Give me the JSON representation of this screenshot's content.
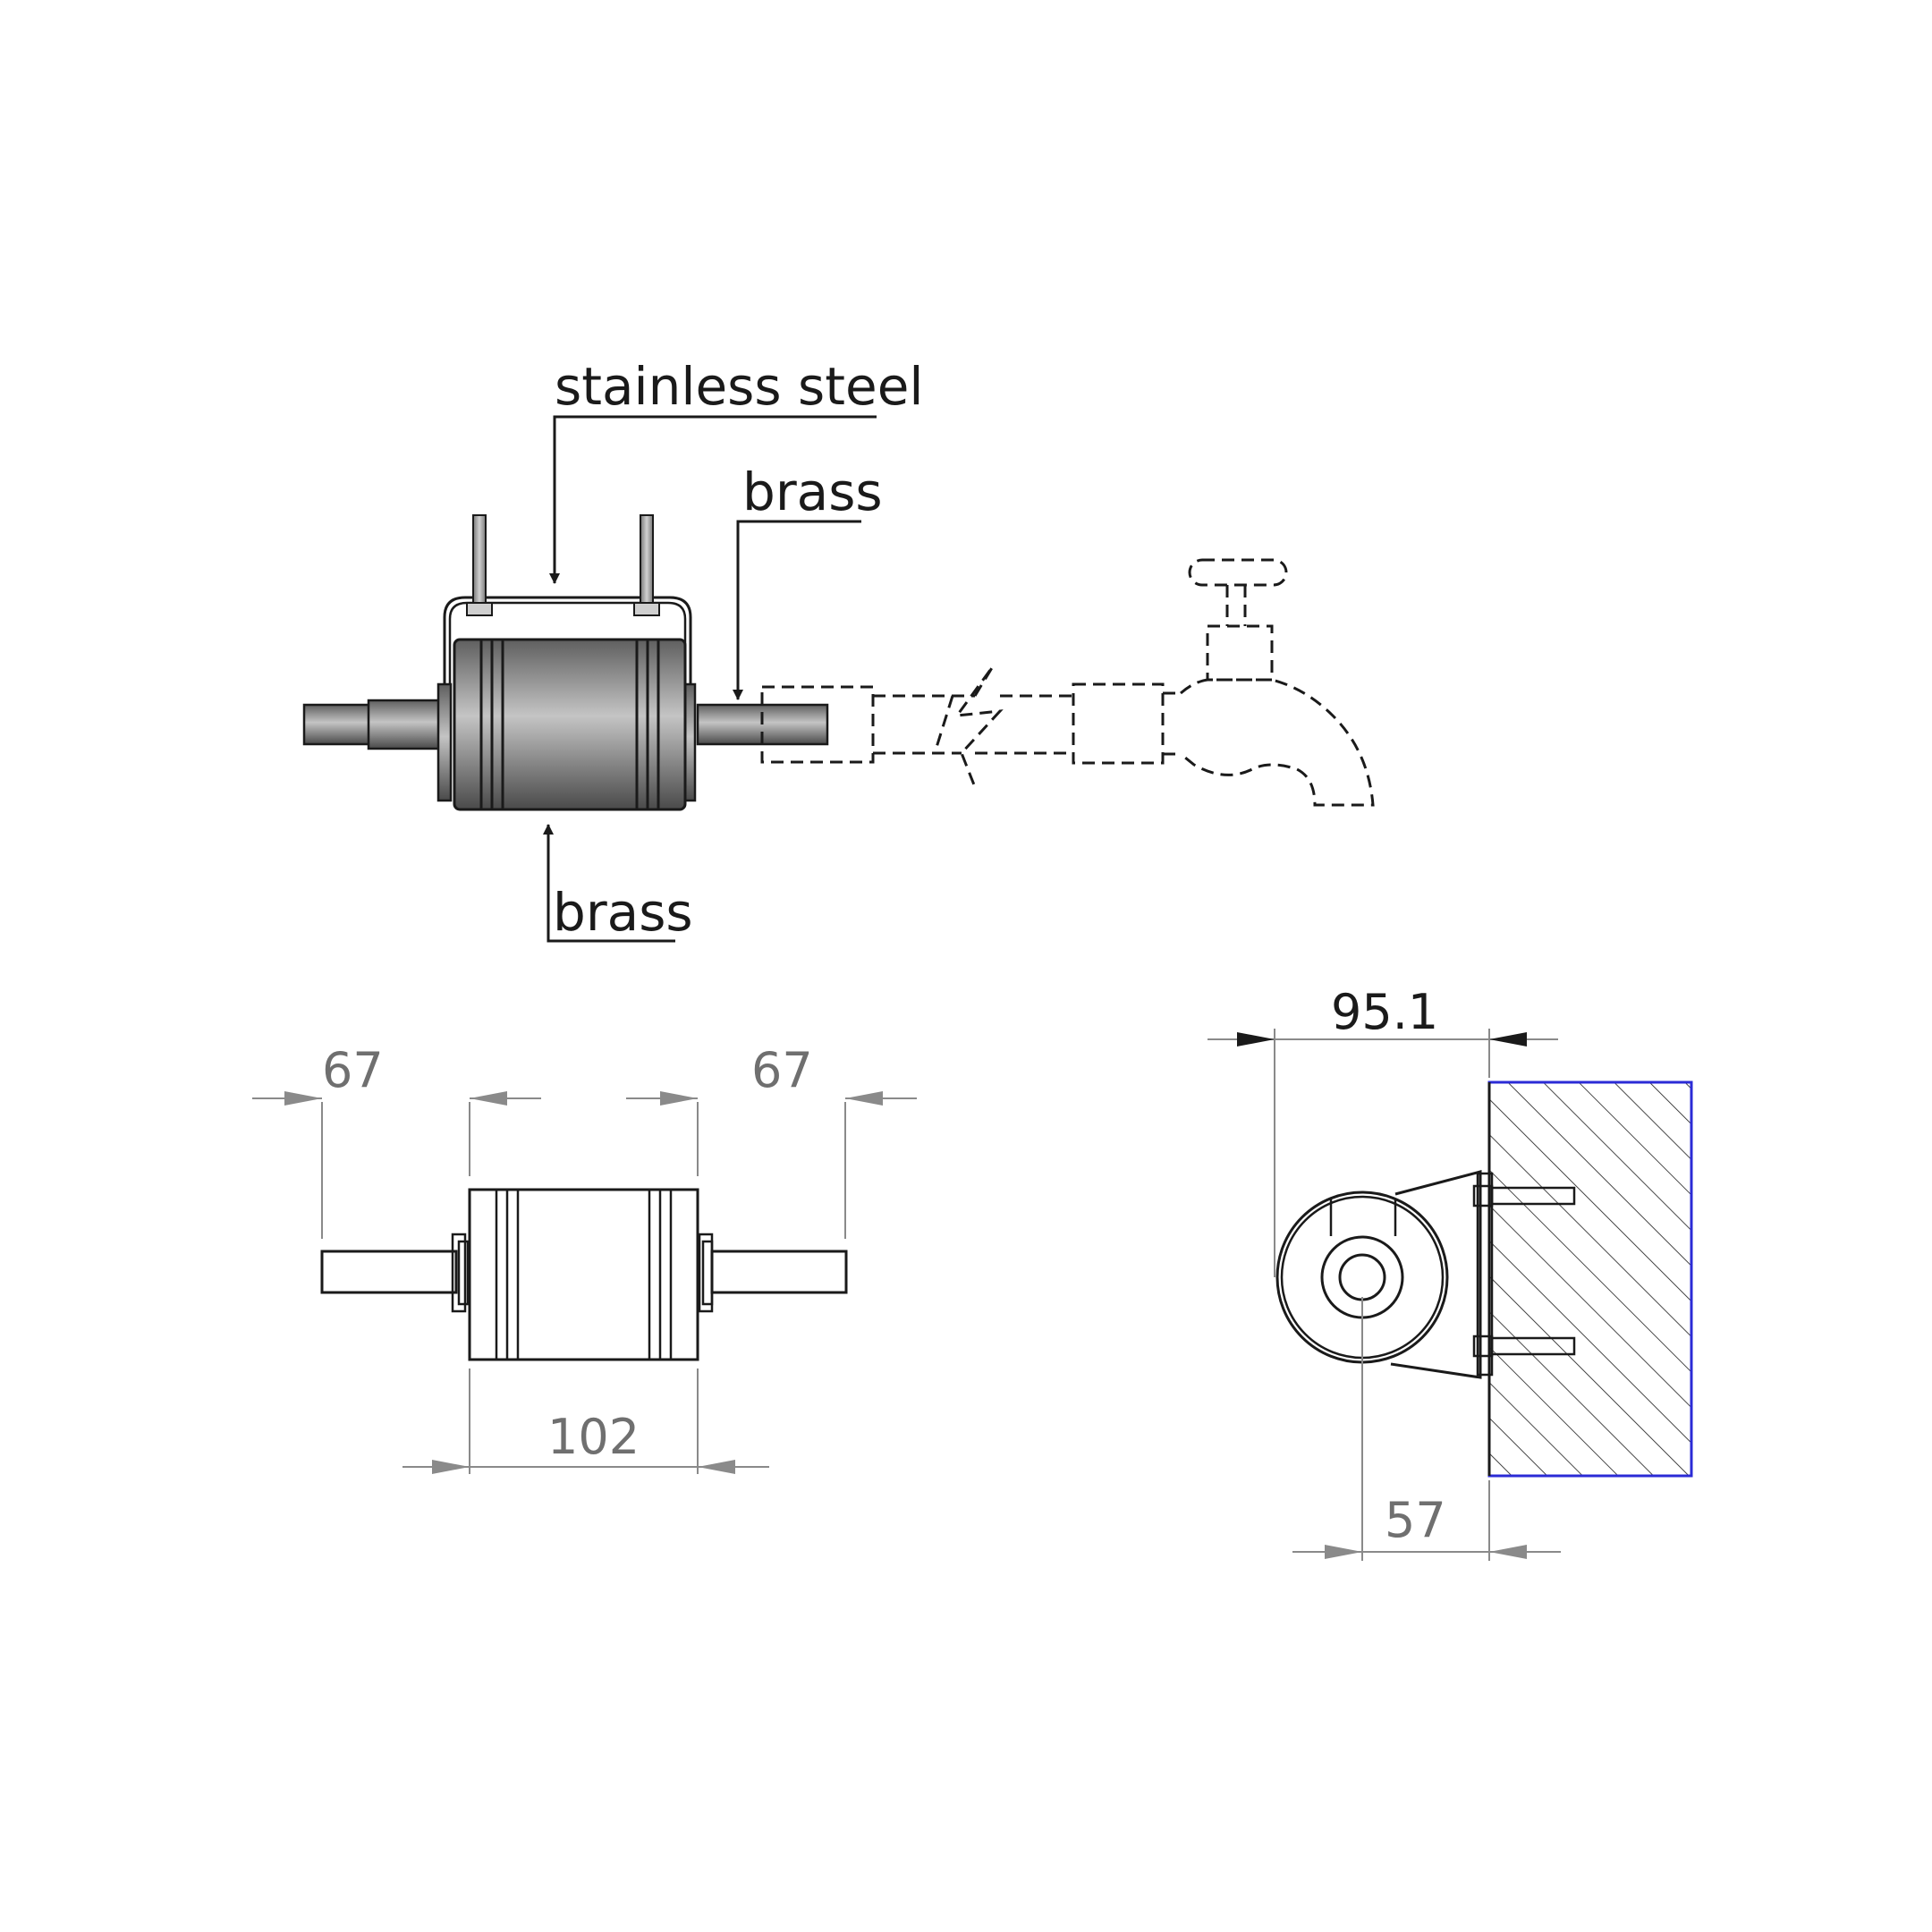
{
  "labels": {
    "stainless_steel": "stainless steel",
    "brass_pipe": "brass",
    "brass_body": "brass"
  },
  "dimensions": {
    "left_pipe": "67",
    "right_pipe": "67",
    "body_length": "102",
    "depth": "95.1",
    "axis_to_wall": "57"
  },
  "colors": {
    "line": "#1a1a1a",
    "dimension": "#8a8a8a",
    "wall_outline": "#2b2bd6",
    "metal_dark": "#6e6e6e",
    "metal_light": "#b9b9b9"
  }
}
